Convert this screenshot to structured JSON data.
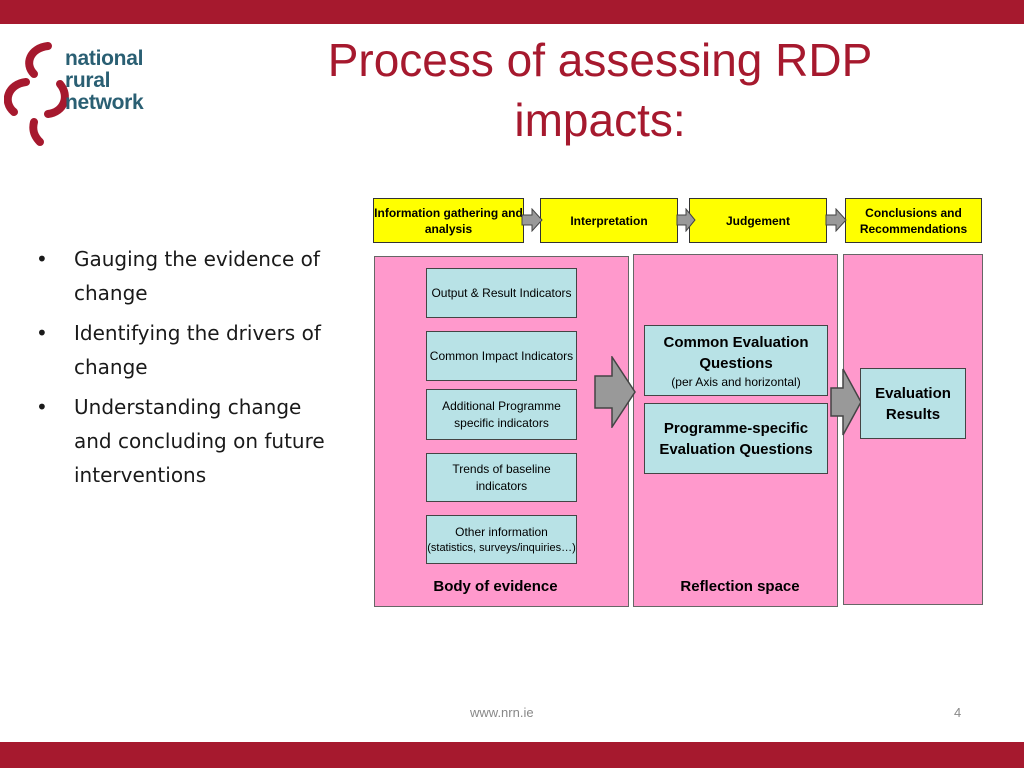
{
  "slide": {
    "title": "Process of assessing RDP impacts:",
    "logo": {
      "line1": "national",
      "line2": "rural",
      "line3": "network"
    },
    "bullets": [
      "Gauging the evidence of change",
      "Identifying the drivers of change",
      "Understanding change and concluding on future interventions"
    ],
    "footer": {
      "url": "www.nrn.ie",
      "page": "4"
    }
  },
  "diagram": {
    "steps": [
      "Information gathering and analysis",
      "Interpretation",
      "Judgement",
      "Conclusions and Recommendations"
    ],
    "evidence_items": [
      "Output & Result Indicators",
      "Common Impact Indicators",
      "Additional Programme specific indicators",
      "Trends of baseline indicators"
    ],
    "other_info": {
      "title": "Other information",
      "detail": "(statistics, surveys/inquiries…)"
    },
    "questions": {
      "common": "Common Evaluation Questions",
      "common_note": "(per Axis and horizontal)",
      "specific": "Programme-specific Evaluation Questions"
    },
    "result": "Evaluation Results",
    "panels": {
      "evidence": "Body of evidence",
      "reflection": "Reflection space"
    }
  },
  "colors": {
    "brand": "#a6192e",
    "logo_text": "#2a5f73",
    "step_fill": "#ffff00",
    "panel_fill": "#ff99cc",
    "item_fill": "#b8e2e6",
    "arrow_fill": "#999999"
  }
}
